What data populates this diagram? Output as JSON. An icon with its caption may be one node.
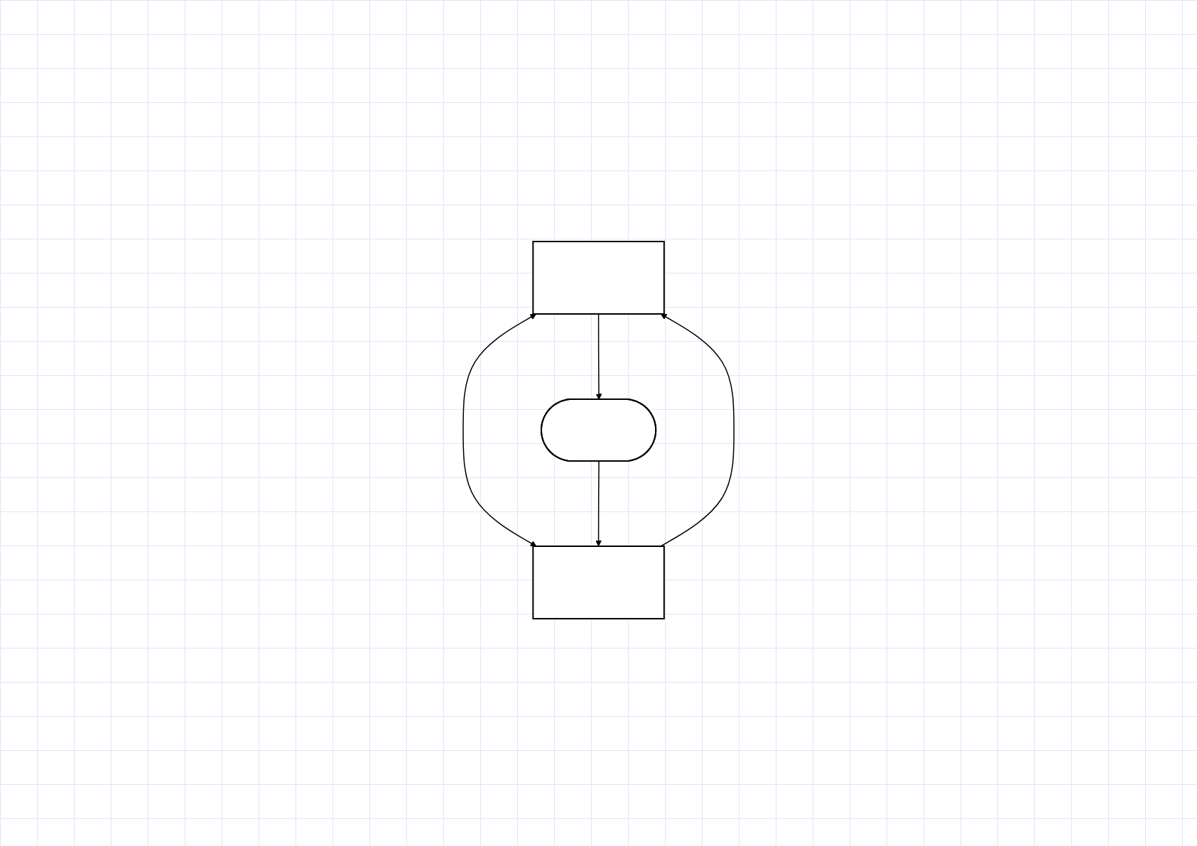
{
  "diagram": {
    "nodes": [
      {
        "text": [],
        "shape": "box"
      },
      {
        "text": [],
        "shape": "box"
      },
      {
        "text": [],
        "shape": "ellipse"
      }
    ],
    "edges": [
      {
        "from": 1,
        "to": 0,
        "arrow": "to"
      },
      {
        "from": 0,
        "to": 1,
        "arrow": "both"
      },
      {
        "from": 0,
        "to": 2,
        "arrow": "to"
      },
      {
        "from": 2,
        "to": 1,
        "arrow": "to"
      }
    ]
  }
}
